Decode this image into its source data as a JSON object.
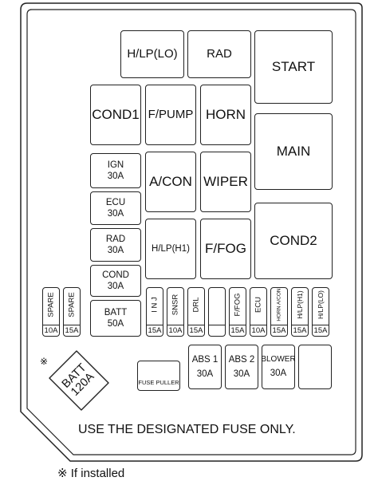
{
  "fuses_large": {
    "hlp_lo": "H/LP(LO)",
    "rad_top": "RAD",
    "start": "START",
    "cond1": "COND1",
    "f_pump": "F/PUMP",
    "horn": "HORN",
    "main": "MAIN",
    "a_con": "A/CON",
    "wiper": "WIPER",
    "cond2": "COND2",
    "hlp_h1": "H/LP(H1)",
    "f_fog": "F/FOG"
  },
  "fuses_column": [
    {
      "name": "IGN",
      "amp": "30A"
    },
    {
      "name": "ECU",
      "amp": "30A"
    },
    {
      "name": "RAD",
      "amp": "30A"
    },
    {
      "name": "COND",
      "amp": "30A"
    },
    {
      "name": "BATT",
      "amp": "50A"
    }
  ],
  "fuses_small_left": [
    {
      "name": "SPARE",
      "amp": "10A"
    },
    {
      "name": "SPARE",
      "amp": "15A"
    }
  ],
  "fuses_small_right": [
    {
      "name": "I N J",
      "amp": "15A"
    },
    {
      "name": "SNSR",
      "amp": "10A"
    },
    {
      "name": "DRL",
      "amp": "15A"
    },
    {
      "name": "",
      "amp": ""
    },
    {
      "name": "F/FOG",
      "amp": "15A"
    },
    {
      "name": "ECU",
      "amp": "10A"
    },
    {
      "name": "HORN A/CON",
      "amp": "15A"
    },
    {
      "name": "H/LP(H1)",
      "amp": "15A"
    },
    {
      "name": "H/LP(LO)",
      "amp": "15A"
    }
  ],
  "abs_row": [
    {
      "name": "ABS 1",
      "amp": "30A"
    },
    {
      "name": "ABS 2",
      "amp": "30A"
    },
    {
      "name": "BLOWER",
      "amp": "30A"
    },
    {
      "name": "",
      "amp": ""
    }
  ],
  "batt_main": {
    "name": "BATT",
    "amp": "120A",
    "mark": "※"
  },
  "fuse_puller": "FUSE PULLER",
  "warning": "USE THE DESIGNATED FUSE ONLY.",
  "footnote": "※ If installed"
}
